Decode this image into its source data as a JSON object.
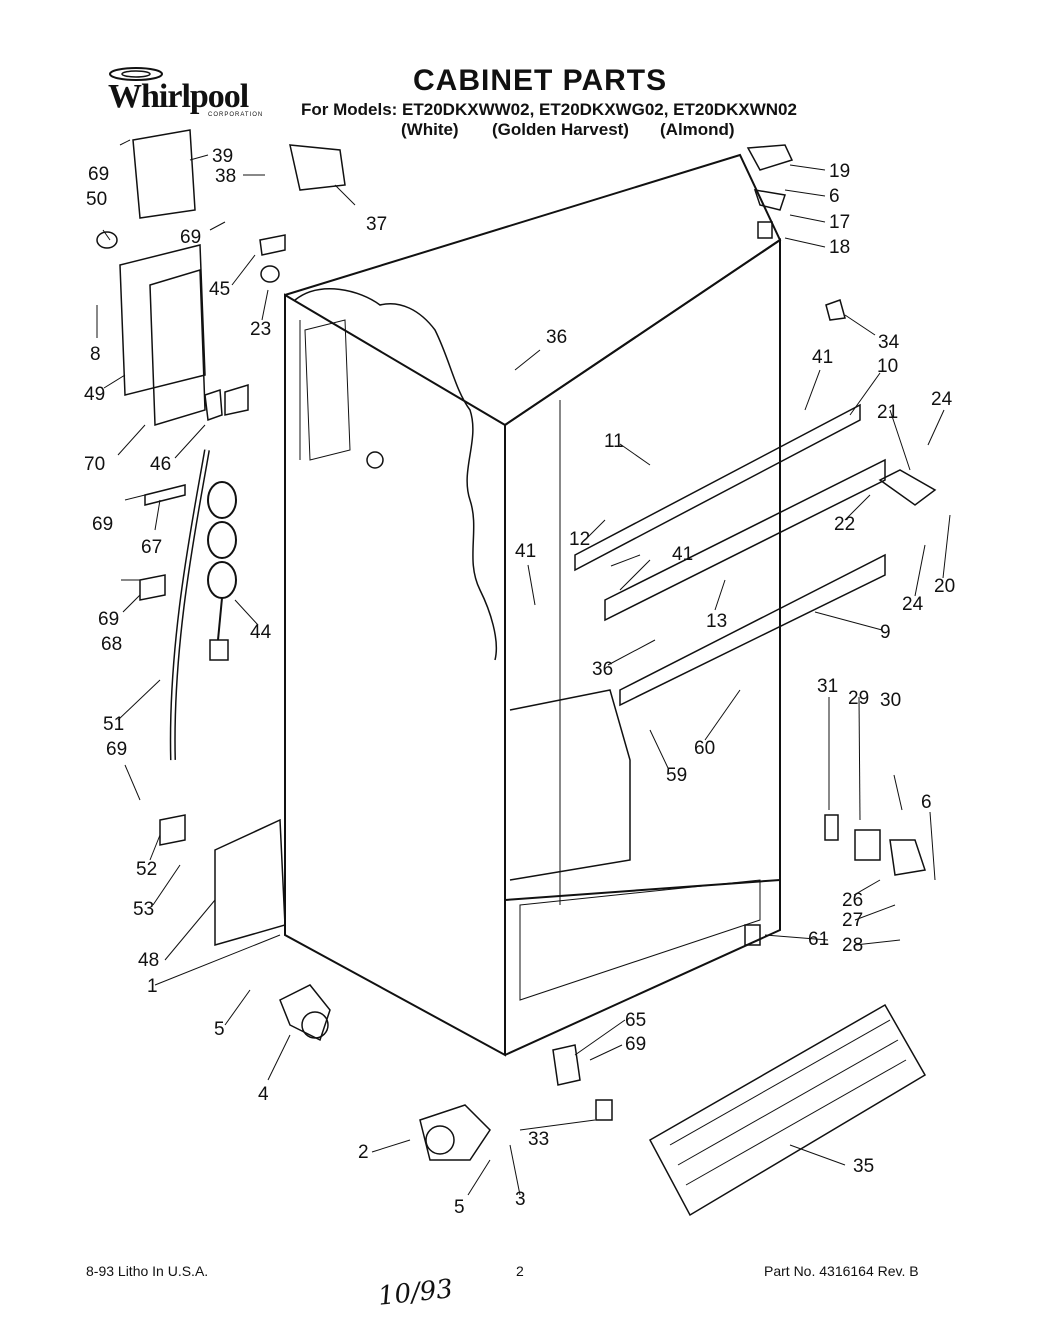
{
  "brand": {
    "name": "Whirlpool",
    "corporation": "CORPORATION"
  },
  "title": "CABINET PARTS",
  "models_line": "For Models: ET20DKXWW02, ET20DKXWG02, ET20DKXWN02",
  "variants": [
    "(White)",
    "(Golden Harvest)",
    "(Almond)"
  ],
  "footer": {
    "left": "8-93 Litho In U.S.A.",
    "page": "2",
    "right": "Part No. 4316164 Rev. B"
  },
  "handwritten_note": "10/93",
  "callouts": [
    "69",
    "39",
    "38",
    "50",
    "37",
    "69",
    "45",
    "23",
    "8",
    "49",
    "70",
    "46",
    "69",
    "67",
    "69",
    "68",
    "44",
    "51",
    "69",
    "52",
    "53",
    "48",
    "1",
    "5",
    "4",
    "2",
    "5",
    "3",
    "19",
    "6",
    "17",
    "18",
    "34",
    "36",
    "41",
    "10",
    "21",
    "24",
    "11",
    "12",
    "41",
    "22",
    "24",
    "20",
    "13",
    "9",
    "36",
    "60",
    "59",
    "31",
    "29",
    "30",
    "6",
    "26",
    "27",
    "28",
    "61",
    "65",
    "69",
    "33",
    "35",
    "41"
  ]
}
